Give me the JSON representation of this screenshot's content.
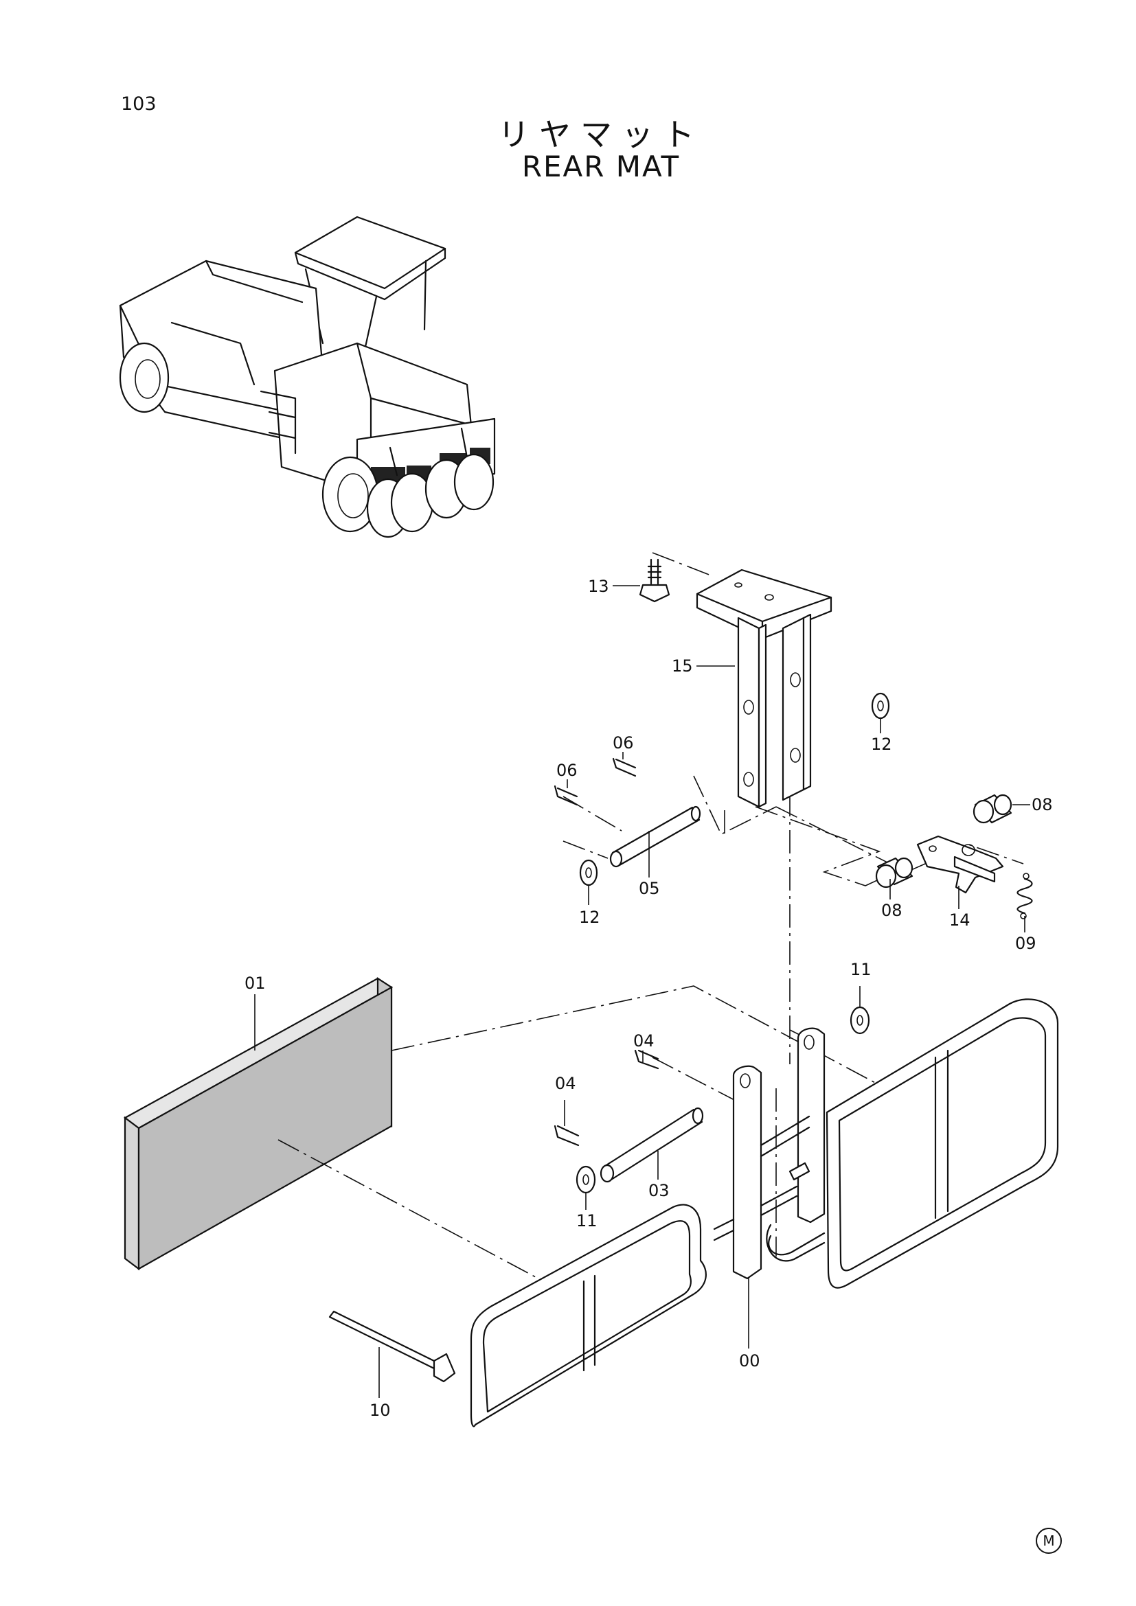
{
  "page": {
    "number": "103",
    "mark": "M"
  },
  "title": {
    "japanese": "リヤマット",
    "english": "REAR MAT"
  },
  "callouts": [
    "00",
    "01",
    "03",
    "04",
    "04",
    "05",
    "06",
    "06",
    "08",
    "08",
    "09",
    "10",
    "11",
    "11",
    "12",
    "12",
    "13",
    "14",
    "15"
  ]
}
